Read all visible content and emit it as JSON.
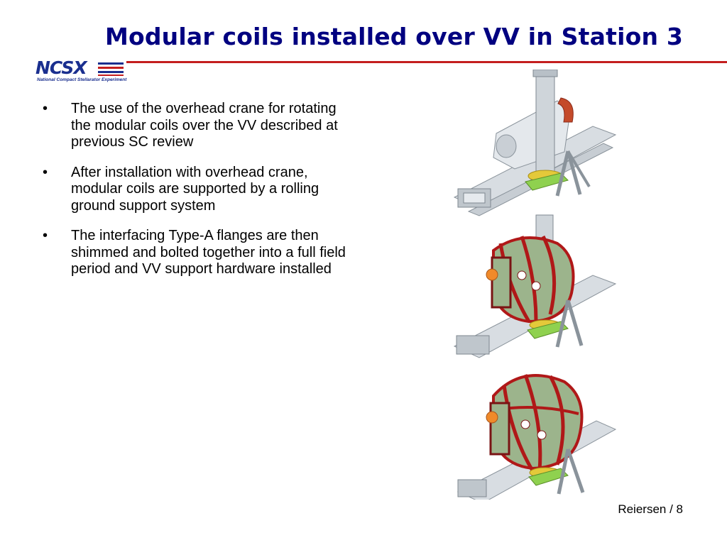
{
  "slide": {
    "title": "Modular coils installed over VV in Station 3",
    "logo": {
      "word": "NCSX",
      "subtitle": "National Compact Stellarator Experiment",
      "colors": {
        "blue": "#1a2f8f",
        "red": "#c41e1e"
      }
    },
    "bullets": [
      {
        "marker": "•",
        "text": "The use of the overhead crane for rotating the modular coils over the VV described at previous SC review"
      },
      {
        "marker": "•",
        "text": "After installation with overhead crane, modular coils are supported by a rolling ground support system"
      },
      {
        "marker": "•",
        "text": "The interfacing Type-A flanges are then shimmed and bolted together into a full field period and VV support hardware installed"
      }
    ],
    "figures": [
      {
        "icon": "vacuum-vessel-on-stand-icon"
      },
      {
        "icon": "partial-coil-assembly-icon"
      },
      {
        "icon": "full-field-period-assembly-icon"
      }
    ],
    "footer": "Reiersen / 8",
    "colors": {
      "title": "#000080",
      "rule": "#c41e1e",
      "coil_red": "#b01818",
      "coil_green": "#9cb48c",
      "support_gray": "#9aa4ac"
    }
  }
}
